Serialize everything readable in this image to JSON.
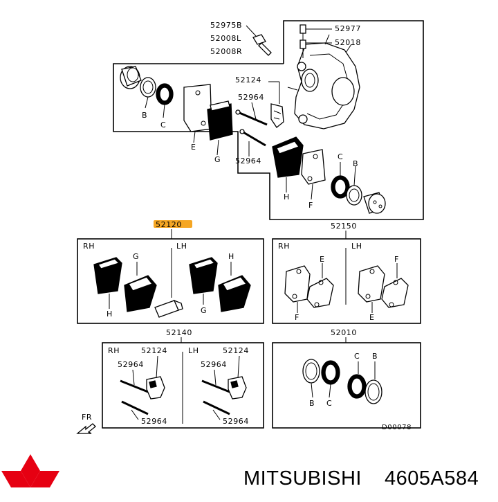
{
  "callouts": {
    "p52975B": "52975B",
    "p52008L": "52008L",
    "p52008R": "52008R",
    "p52977": "52977",
    "p52018": "52018",
    "p52124": "52124",
    "p52964": "52964",
    "p52120": "52120",
    "p52150": "52150",
    "p52140": "52140",
    "p52010": "52010"
  },
  "letters": {
    "B": "B",
    "C": "C",
    "E": "E",
    "G": "G",
    "H": "H",
    "F": "F"
  },
  "sides": {
    "rh": "RH",
    "lh": "LH"
  },
  "direction": "FR",
  "diagram_code": "D00078",
  "highlight_color": "#f5a623",
  "footer": {
    "brand": "MITSUBISHI",
    "part_number": "4605A584"
  }
}
